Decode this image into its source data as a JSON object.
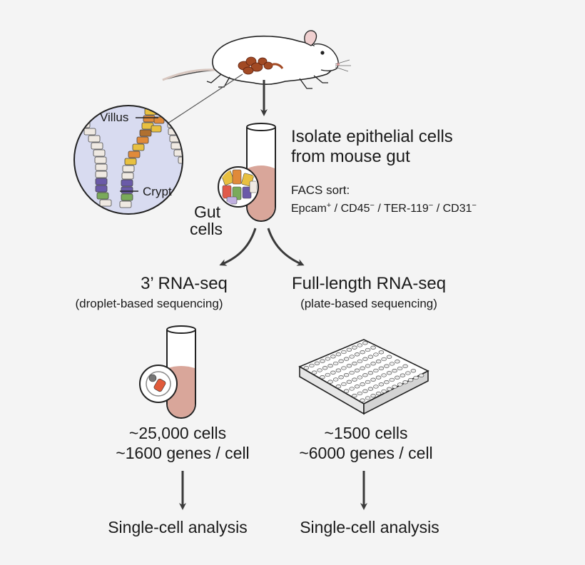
{
  "inset": {
    "villus_label": "Villus",
    "crypt_label": "Crypt"
  },
  "isolate": {
    "line1": "Isolate epithelial cells",
    "line2": "from mouse gut"
  },
  "facs": {
    "title": "FACS sort:",
    "m1": "Epcam",
    "s1": "+",
    "m2": " / CD45",
    "s2": "−",
    "m3": " / TER-119",
    "s3": "−",
    "m4": " / CD31",
    "s4": "−"
  },
  "gut_cells": {
    "line1": "Gut",
    "line2": "cells"
  },
  "left_branch": {
    "method": "3’ RNA-seq",
    "detail": "(droplet-based sequencing)",
    "cells": "~25,000 cells",
    "genes": "~1600 genes / cell",
    "analysis": "Single-cell analysis"
  },
  "right_branch": {
    "method": "Full-length RNA-seq",
    "detail": "(plate-based sequencing)",
    "cells": "~1500 cells",
    "genes": "~6000 genes / cell",
    "analysis": "Single-cell analysis"
  },
  "colors": {
    "background": "#f4f4f4",
    "arrow": "#3a3a3a",
    "inset_fill": "#d8dbf0",
    "tube_liquid": "#d9a69a",
    "crypt_purple": "#6a5aa8",
    "crypt_green": "#7aaa5a",
    "villus_orange": "#e08a3a",
    "villus_yellow": "#e8c040",
    "gut_brown": "#8a3a1e"
  }
}
